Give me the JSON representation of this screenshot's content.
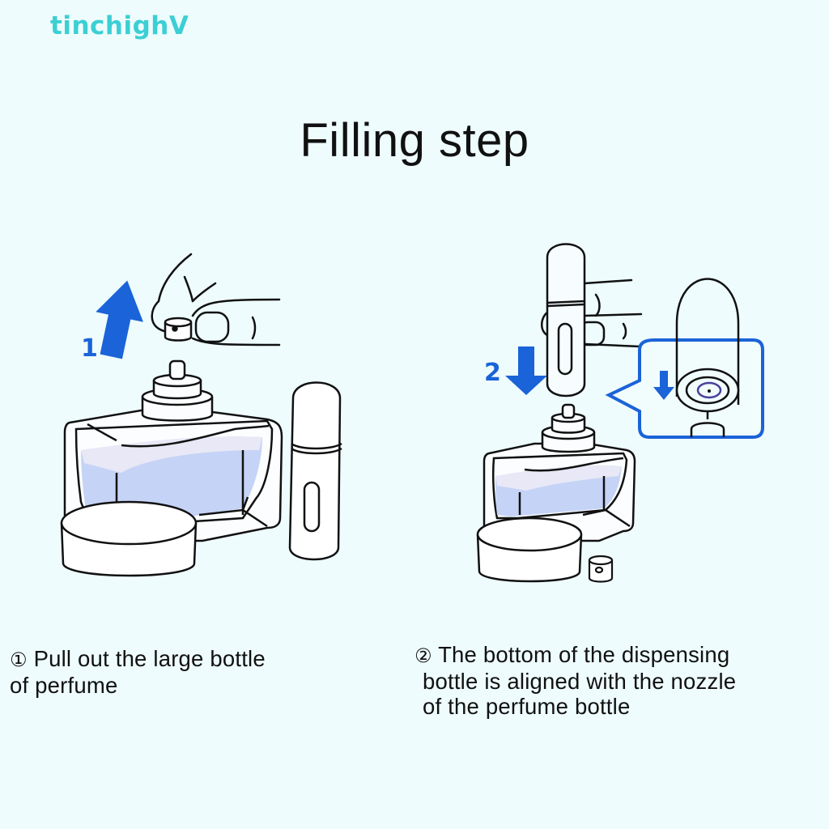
{
  "watermark": "tinchighV",
  "title": "Filling step",
  "colors": {
    "background": "#eefcfd",
    "watermark": "#3ccfd3",
    "accent_blue": "#1a63d8",
    "liquid": "#c5d3f6",
    "liquid_highlight": "#e8e8f6",
    "outline": "#111111",
    "nozzle_ring": "#4a3f9a"
  },
  "steps": [
    {
      "number_label": "1",
      "arrow": "arrow-up-icon",
      "caption_marker": "①",
      "caption_lines": [
        "Pull out the large bottle",
        "of perfume"
      ]
    },
    {
      "number_label": "2",
      "arrow": "arrow-down-icon",
      "caption_marker": "②",
      "caption_lines": [
        "The bottom of the dispensing",
        "bottle is aligned with the nozzle",
        "of the perfume bottle"
      ]
    }
  ]
}
